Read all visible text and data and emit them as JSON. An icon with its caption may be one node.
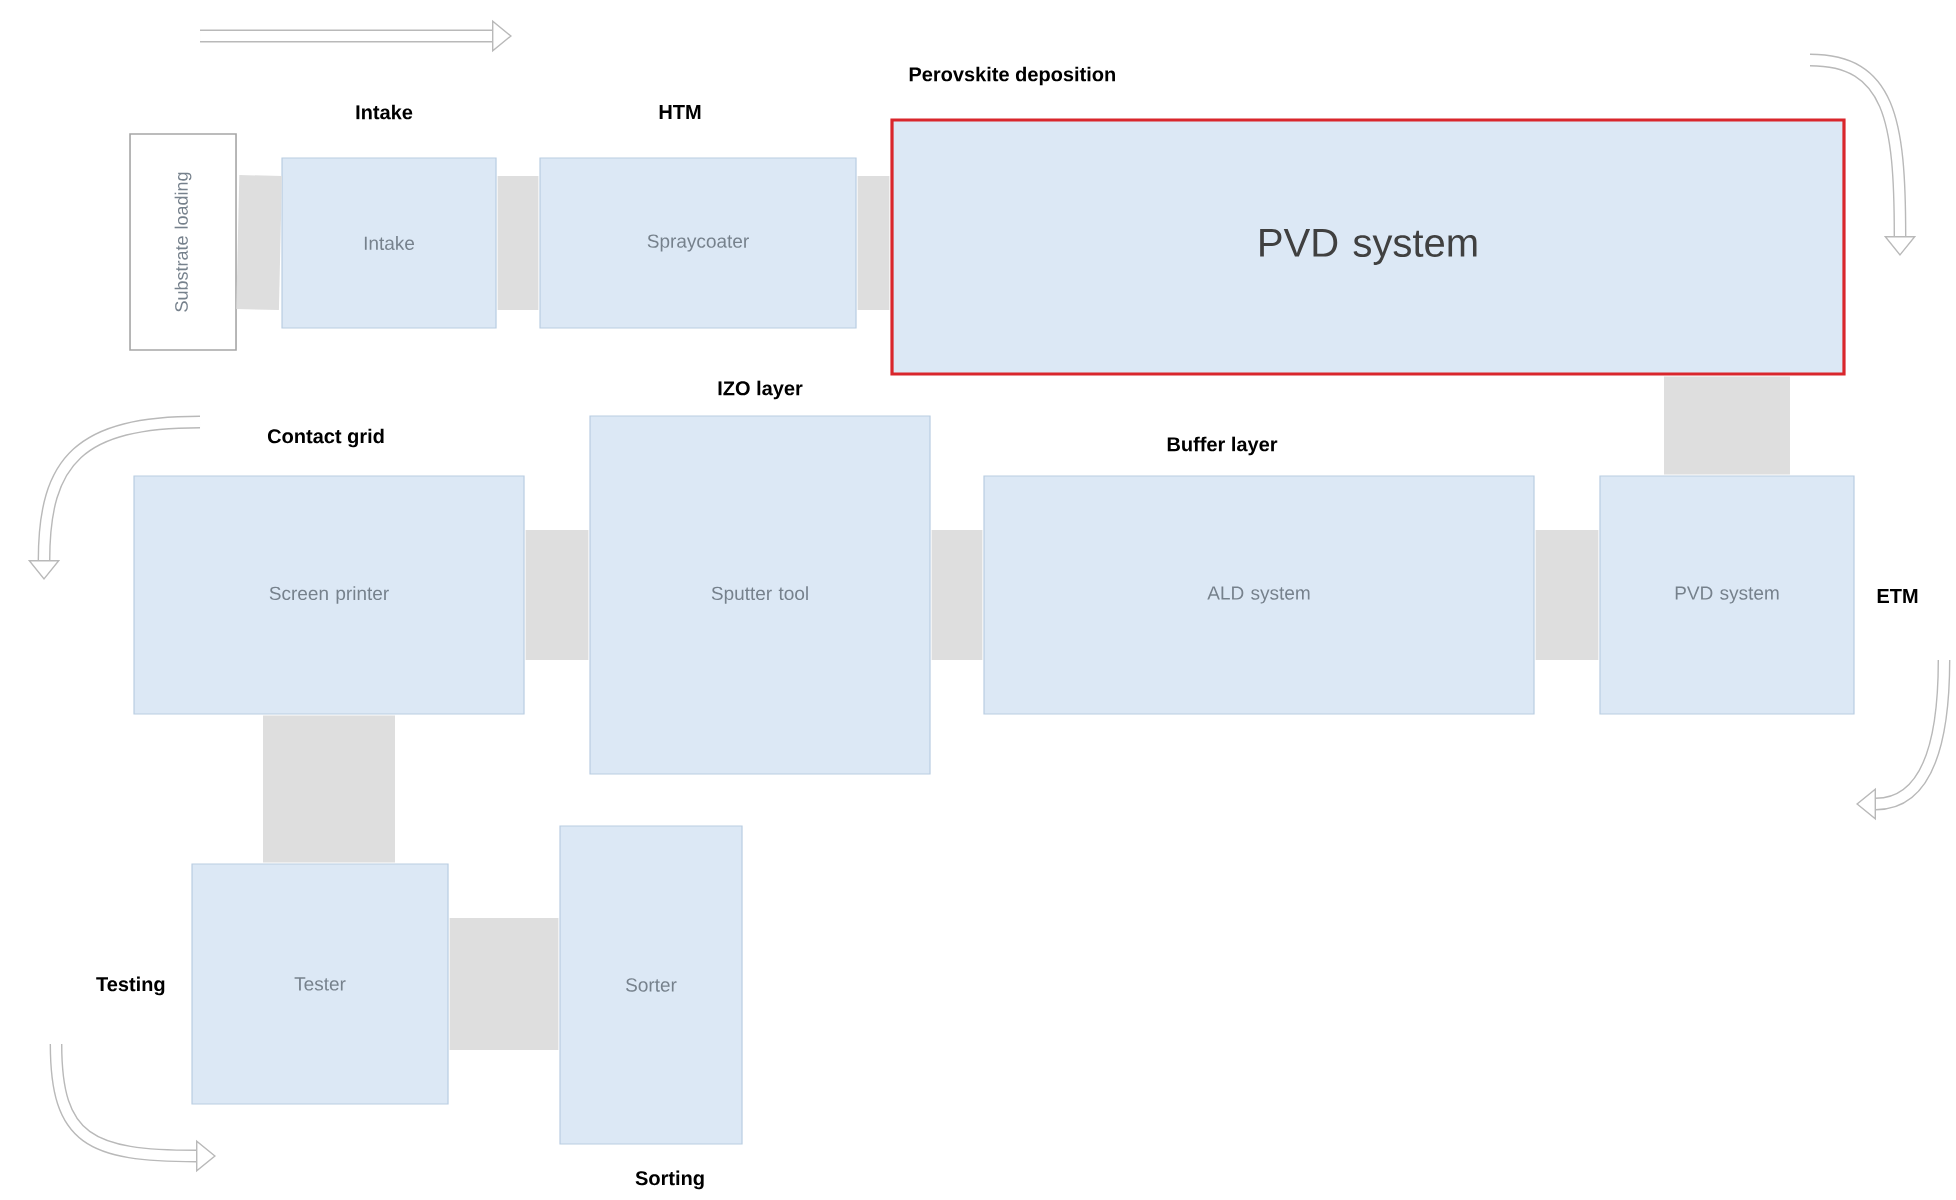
{
  "diagram": {
    "nodes": [
      {
        "text": [
          "Substrate loading"
        ]
      },
      {
        "text": [
          "Intake",
          "Intake"
        ]
      },
      {
        "text": [
          "HTM",
          "Spraycoater"
        ]
      },
      {
        "text": [
          "Perovskite deposition",
          "PVD system"
        ]
      },
      {
        "text": [
          "PVD system",
          "ETM"
        ]
      },
      {
        "text": [
          "Buffer layer",
          "ALD system"
        ]
      },
      {
        "text": [
          "IZO layer",
          "Sputter tool"
        ]
      },
      {
        "text": [
          "Contact grid",
          "Screen printer"
        ]
      },
      {
        "text": [
          "Testing",
          "Tester"
        ]
      },
      {
        "text": [
          "Sorter",
          "Sorting"
        ]
      }
    ],
    "edges": [
      {
        "from": 0,
        "to": 1,
        "arrow": "none"
      },
      {
        "from": 1,
        "to": 2,
        "arrow": "none"
      },
      {
        "from": 2,
        "to": 3,
        "arrow": "none"
      },
      {
        "from": 3,
        "to": 4,
        "arrow": "none"
      },
      {
        "from": 4,
        "to": 5,
        "arrow": "none"
      },
      {
        "from": 5,
        "to": 6,
        "arrow": "none"
      },
      {
        "from": 6,
        "to": 7,
        "arrow": "none"
      },
      {
        "from": 7,
        "to": 8,
        "arrow": "none"
      },
      {
        "from": 8,
        "to": 9,
        "arrow": "none"
      }
    ]
  }
}
